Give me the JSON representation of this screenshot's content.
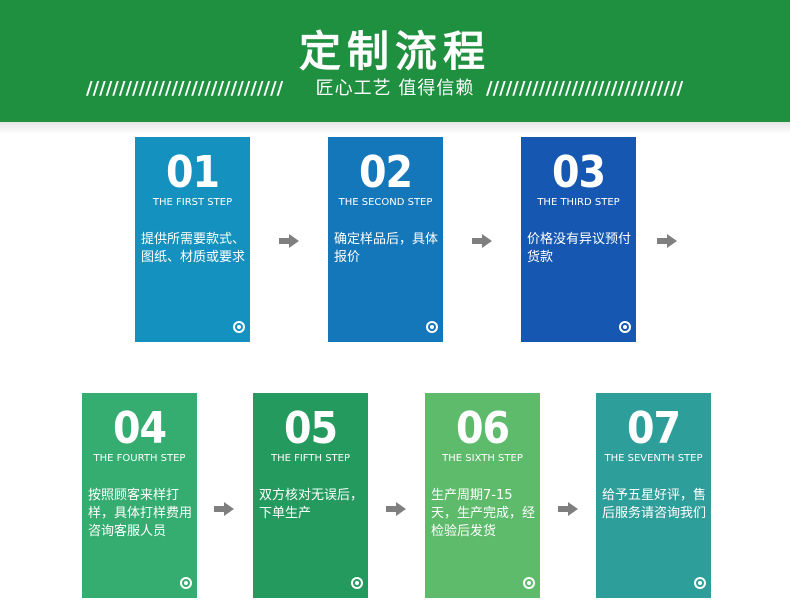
{
  "header": {
    "title": "定制流程",
    "subtitle": "匠心工艺 值得信赖",
    "slashes_left": "//////////////////////////////",
    "slashes_right": "//////////////////////////////"
  },
  "steps": [
    {
      "number": "01",
      "label": "THE FIRST STEP",
      "text": "提供所需要款式、图纸、材质或要求",
      "color": "#1591bf"
    },
    {
      "number": "02",
      "label": "THE SECOND STEP",
      "text": "确定样品后，具体报价",
      "color": "#1477b9"
    },
    {
      "number": "03",
      "label": "THE   THIRD   STEP",
      "text": "价格没有异议预付货款",
      "color": "#1657b1"
    },
    {
      "number": "04",
      "label": "THE FOURTH STEP",
      "text": "按照顾客来样打样，具体打样费用咨询客服人员",
      "color": "#35ac70"
    },
    {
      "number": "05",
      "label": "THE   FIFTH    STEP",
      "text": "双方核对无误后，下单生产",
      "color": "#249a5e"
    },
    {
      "number": "06",
      "label": "THE    SIXTH    STEP",
      "text": "生产周期7-15天，生产完成，经检验后发货",
      "color": "#5fbb6c"
    },
    {
      "number": "07",
      "label": "THE SEVENTH STEP",
      "text": "给予五星好评，售后服务请咨询我们",
      "color": "#2e9e9a"
    }
  ],
  "icons": {
    "arrow": "arrow-right-icon",
    "ring": "target-ring-icon"
  },
  "colors": {
    "banner": "#1f9040",
    "arrow": "#7f7f7f"
  }
}
